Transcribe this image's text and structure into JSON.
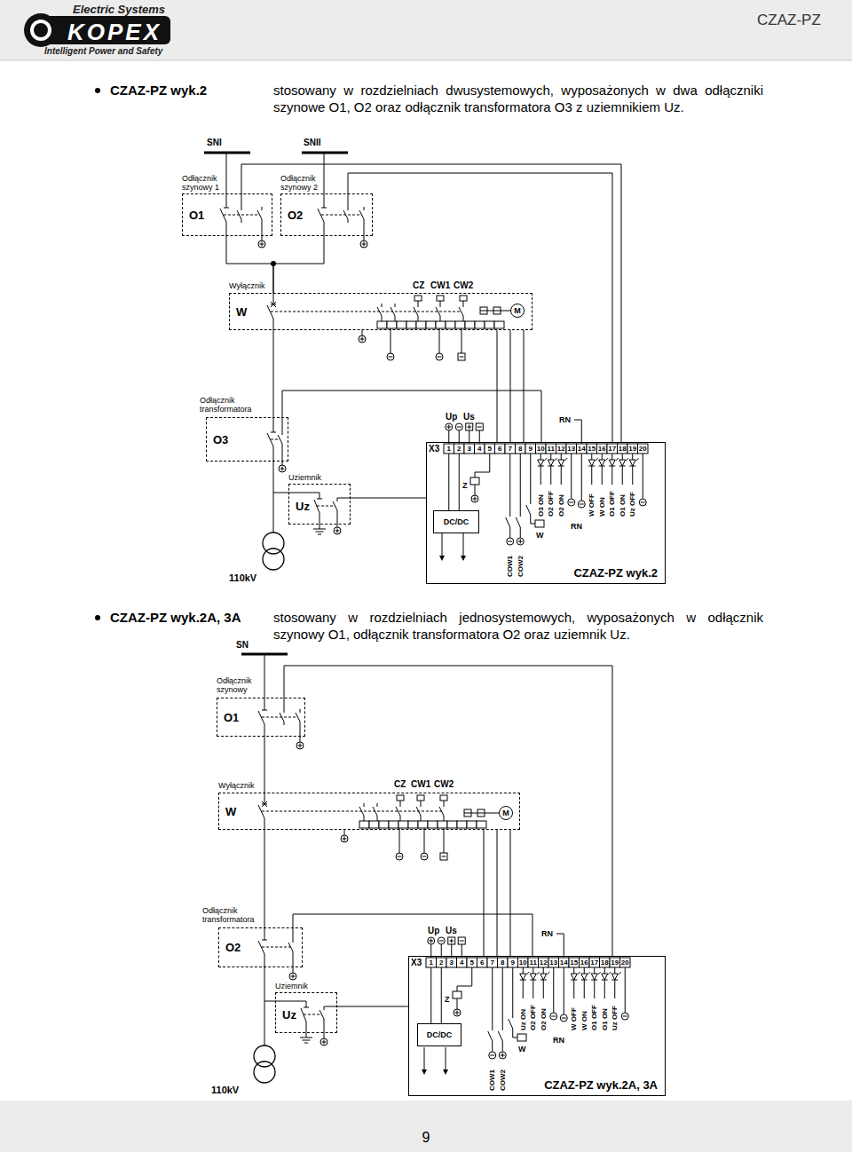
{
  "diagram": {
    "nodes": [
      {
        "text": [
          "Odłącznik szynowy 1",
          "O1"
        ]
      },
      {
        "text": [
          "Odłącznik szynowy 2",
          "O2"
        ]
      },
      {
        "text": [
          "Wyłącznik",
          "W"
        ]
      },
      {
        "text": [
          "M"
        ],
        "in": 2
      },
      {
        "text": [
          "Odłącznik transformatora",
          "O3"
        ]
      },
      {
        "text": [
          "Uziemnik",
          "Uz"
        ]
      },
      {
        "text": [
          "CZAZ-PZ wyk.2"
        ]
      },
      {
        "text": [
          "DC/DC"
        ],
        "in": 6
      },
      {
        "text": [
          "Odłącznik szynowy",
          "O1"
        ]
      },
      {
        "text": [
          "Wyłącznik",
          "W"
        ]
      },
      {
        "text": [
          "M"
        ],
        "in": 9
      },
      {
        "text": [
          "Odłącznik transformatora",
          "O2"
        ]
      },
      {
        "text": [
          "Uziemnik",
          "Uz"
        ]
      },
      {
        "text": [
          "CZAZ-PZ wyk.2A, 3A"
        ]
      },
      {
        "text": [
          "DC/DC"
        ],
        "in": 13
      }
    ],
    "edges": [
      {
        "from": 0,
        "to": 2,
        "arrow": "none"
      },
      {
        "from": 1,
        "to": 2,
        "arrow": "none"
      },
      {
        "from": 0,
        "to": 6,
        "arrow": "none"
      },
      {
        "from": 1,
        "to": 6,
        "arrow": "none"
      },
      {
        "from": 2,
        "to": 6,
        "arrow": "none"
      },
      {
        "from": 2,
        "to": 6,
        "arrow": "none"
      },
      {
        "from": 2,
        "to": 6,
        "arrow": "none"
      },
      {
        "from": 2,
        "to": 4,
        "arrow": "none"
      },
      {
        "from": 4,
        "to": 5,
        "arrow": "none"
      },
      {
        "from": 4,
        "to": 6,
        "arrow": "none"
      },
      {
        "from": 5,
        "to": 6,
        "arrow": "none"
      },
      {
        "from": 8,
        "to": 9,
        "arrow": "none"
      },
      {
        "from": 8,
        "to": 13,
        "arrow": "none"
      },
      {
        "from": 9,
        "to": 13,
        "arrow": "none"
      },
      {
        "from": 9,
        "to": 13,
        "arrow": "none"
      },
      {
        "from": 9,
        "to": 13,
        "arrow": "none"
      },
      {
        "from": 9,
        "to": 11,
        "arrow": "none"
      },
      {
        "from": 11,
        "to": 12,
        "arrow": "none"
      },
      {
        "from": 11,
        "to": 13,
        "arrow": "none"
      },
      {
        "from": 12,
        "to": 13,
        "arrow": "none"
      }
    ],
    "labels": [
      "Electric Systems",
      "KOPEX",
      "Intelligent Power and Safety",
      "CZAZ-PZ",
      "CZAZ-PZ wyk.2",
      "stosowany w rozdzielniach dwusystemowych, wyposażonych w dwa odłączniki szynowe O1, O2 oraz odłącznik transformatora O3 z uziemnikiem Uz.",
      "CZAZ-PZ wyk.2A, 3A",
      "stosowany w rozdzielniach jednosystemowych, wyposażonych w odłącznik szynowy O1, odłącznik transformatora O2 oraz uziemnik Uz.",
      "9",
      "SNI",
      "SNII",
      "CZ",
      "CW1",
      "CW2",
      "Up",
      "Us",
      "RN",
      "X3",
      "1",
      "2",
      "3",
      "4",
      "5",
      "6",
      "7",
      "8",
      "9",
      "10",
      "11",
      "12",
      "13",
      "14",
      "15",
      "16",
      "17",
      "18",
      "19",
      "20",
      "Z",
      "O3 ON",
      "O2 OFF",
      "O2 ON",
      "W OFF",
      "W ON",
      "O1 OFF",
      "O1 ON",
      "Uz OFF",
      "RN",
      "W",
      "COW1",
      "COW2",
      "110kV",
      "SN",
      "CZ",
      "CW1",
      "CW2",
      "Up",
      "Us",
      "RN",
      "X3",
      "1",
      "2",
      "3",
      "4",
      "5",
      "6",
      "7",
      "8",
      "9",
      "10",
      "11",
      "12",
      "13",
      "14",
      "15",
      "16",
      "17",
      "18",
      "19",
      "20",
      "Z",
      "Uz ON",
      "O2 OFF",
      "O2 ON",
      "W OFF",
      "W ON",
      "O1 OFF",
      "O1 ON",
      "Uz OFF",
      "RN",
      "W",
      "COW1",
      "COW2",
      "110kV"
    ]
  }
}
